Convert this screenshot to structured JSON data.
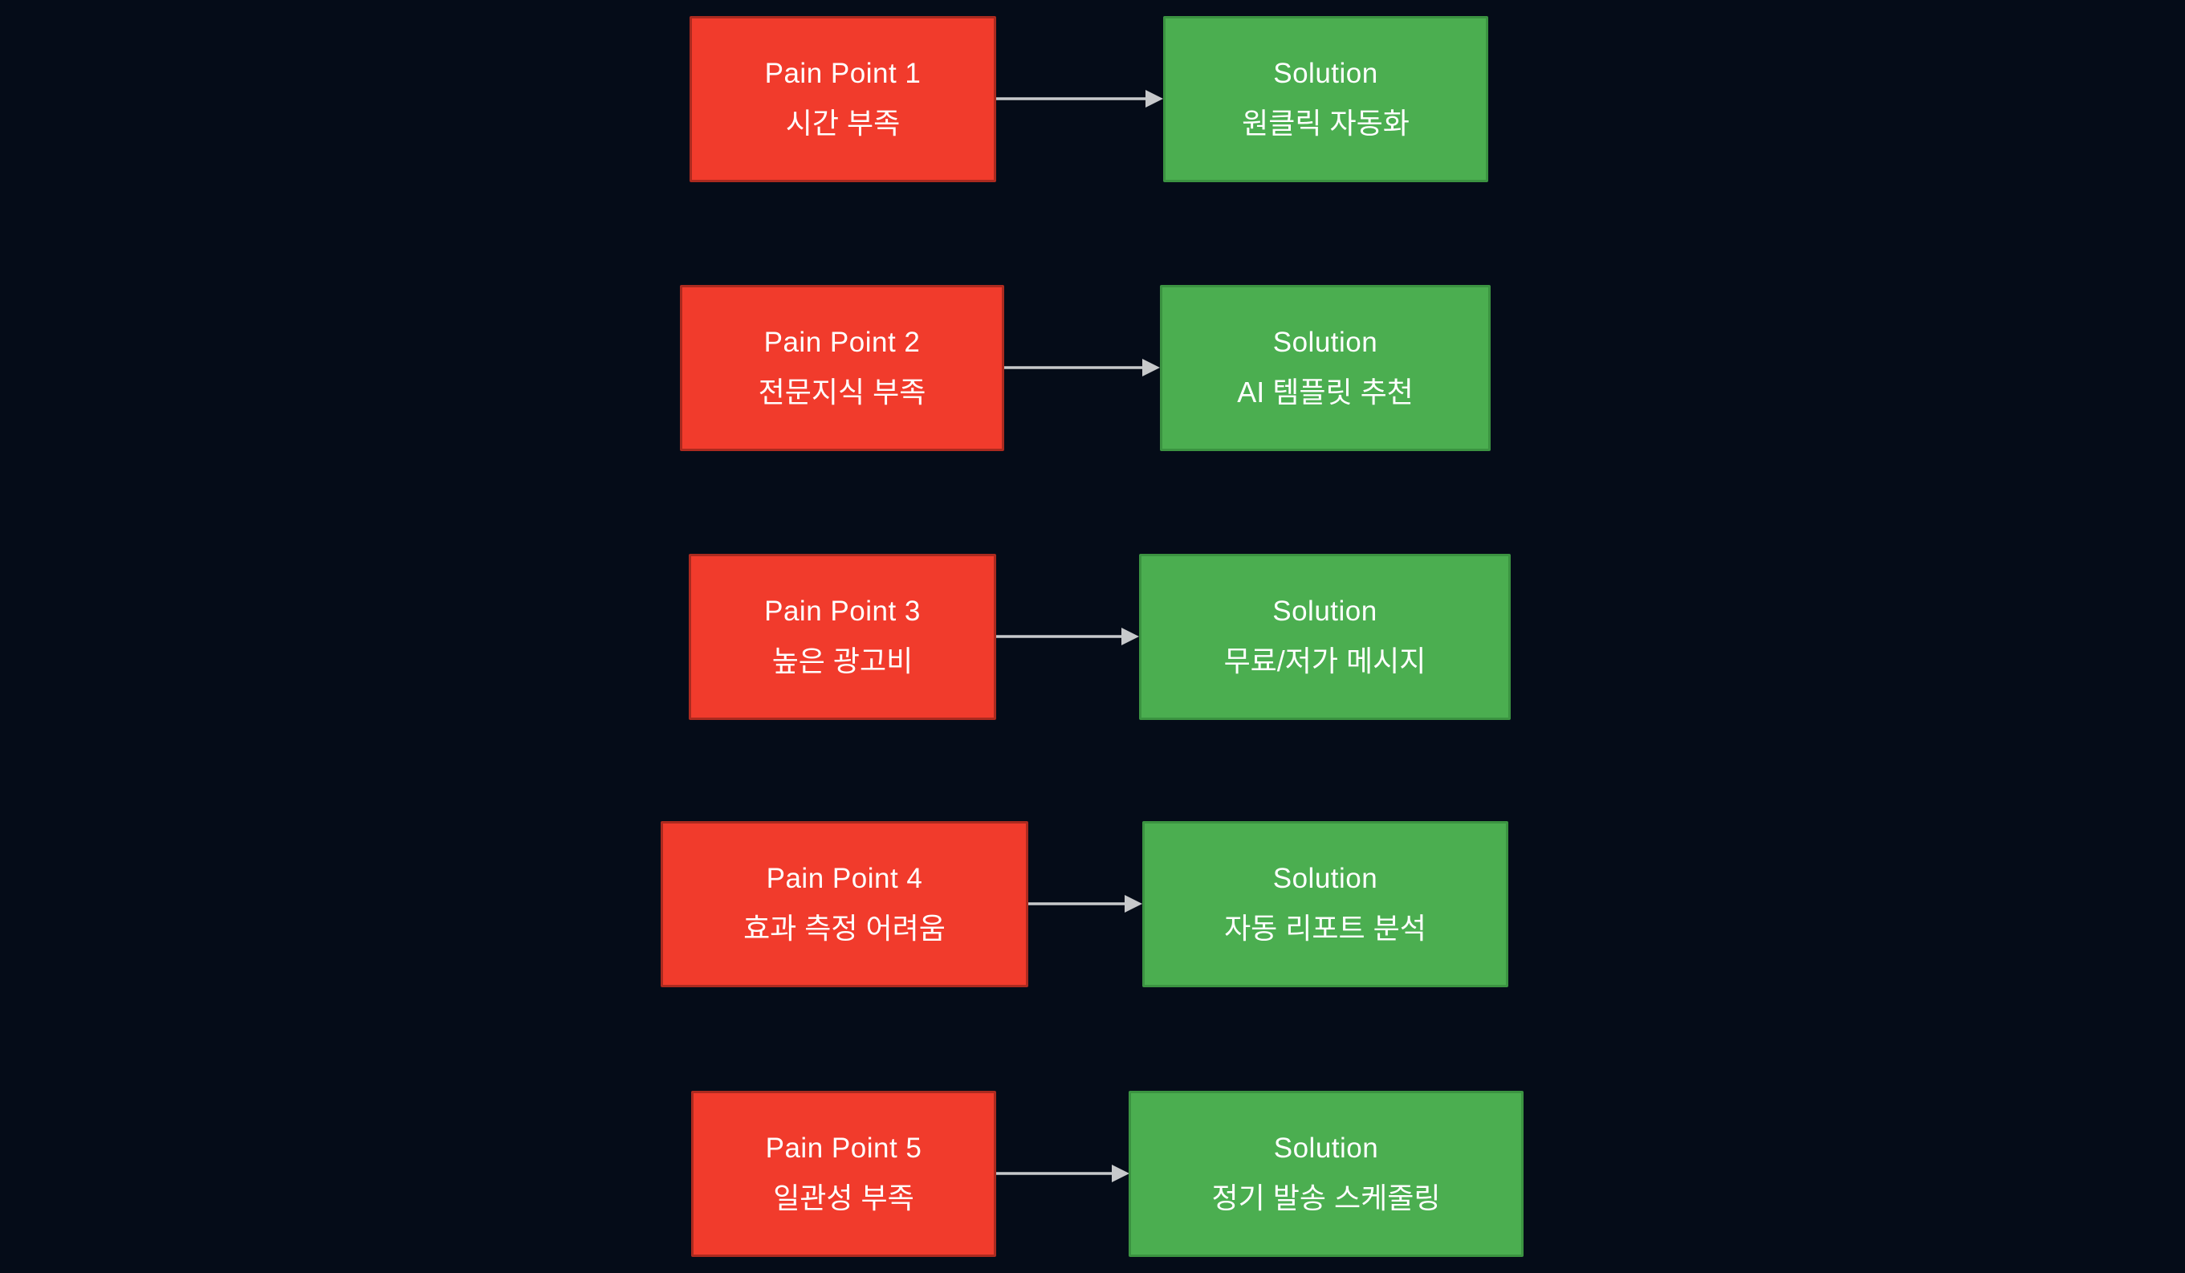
{
  "diagram": {
    "type": "pain-point-to-solution-flowchart",
    "rows": [
      {
        "pain": {
          "title": "Pain Point 1",
          "subtitle": "시간 부족"
        },
        "solution": {
          "title": "Solution",
          "subtitle": "원클릭 자동화"
        }
      },
      {
        "pain": {
          "title": "Pain Point 2",
          "subtitle": "전문지식 부족"
        },
        "solution": {
          "title": "Solution",
          "subtitle": "AI 템플릿 추천"
        }
      },
      {
        "pain": {
          "title": "Pain Point 3",
          "subtitle": "높은 광고비"
        },
        "solution": {
          "title": "Solution",
          "subtitle": "무료/저가 메시지"
        }
      },
      {
        "pain": {
          "title": "Pain Point 4",
          "subtitle": "효과 측정 어려움"
        },
        "solution": {
          "title": "Solution",
          "subtitle": "자동 리포트 분석"
        }
      },
      {
        "pain": {
          "title": "Pain Point 5",
          "subtitle": "일관성 부족"
        },
        "solution": {
          "title": "Solution",
          "subtitle": "정기 발송 스케줄링"
        }
      }
    ]
  },
  "colors": {
    "background": "#050c18",
    "pain_fill": "#f13b2c",
    "pain_border": "#ab2a1f",
    "solution_fill": "#4bae50",
    "solution_border": "#3b9341",
    "arrow": "#c7c9cb",
    "text": "#ffffff"
  }
}
